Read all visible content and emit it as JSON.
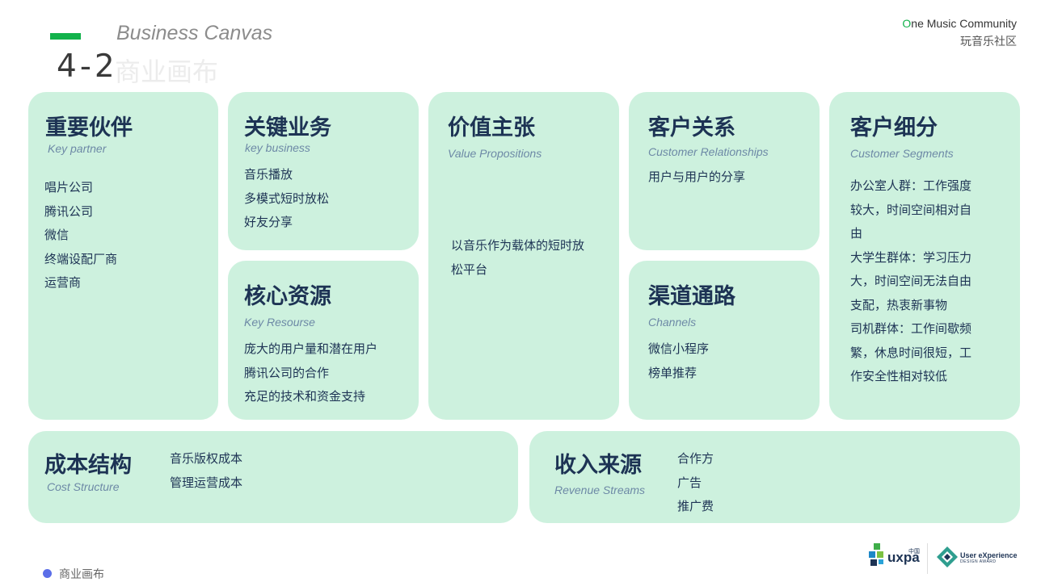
{
  "header": {
    "title_en": "Business Canvas",
    "section_number": "4-2",
    "title_cn": "商业画布"
  },
  "brand": {
    "name_first_letter": "O",
    "name_rest": "ne Music Community",
    "name_cn": "玩音乐社区"
  },
  "cards": {
    "key_partner": {
      "title": "重要伙伴",
      "subtitle": "Key partner",
      "items": [
        "唱片公司",
        "腾讯公司",
        "微信",
        "终端设配厂商",
        "运营商"
      ]
    },
    "key_business": {
      "title": "关键业务",
      "subtitle": "key business",
      "items": [
        "音乐播放",
        "多模式短时放松",
        "好友分享"
      ]
    },
    "key_resource": {
      "title": "核心资源",
      "subtitle": "Key Resourse",
      "items": [
        "庞大的用户量和潜在用户",
        "腾讯公司的合作",
        "充足的技术和资金支持"
      ]
    },
    "value_propositions": {
      "title": "价值主张",
      "subtitle": "Value Propositions",
      "items": [
        "以音乐作为载体的短时放",
        "松平台"
      ]
    },
    "customer_relationships": {
      "title": "客户关系",
      "subtitle": "Customer Relationships",
      "items": [
        "用户与用户的分享"
      ]
    },
    "channels": {
      "title": "渠道通路",
      "subtitle": "Channels",
      "items": [
        "微信小程序",
        "榜单推荐"
      ]
    },
    "customer_segments": {
      "title": "客户细分",
      "subtitle": "Customer Segments",
      "items": [
        "办公室人群：工作强度",
        "较大，时间空间相对自",
        "由",
        "大学生群体：学习压力",
        "大，时间空间无法自由",
        "支配，热衷新事物",
        "司机群体：工作间歇频",
        "繁，休息时间很短，工",
        "作安全性相对较低"
      ]
    },
    "cost_structure": {
      "title": "成本结构",
      "subtitle": "Cost Structure",
      "items": [
        "音乐版权成本",
        "管理运营成本"
      ]
    },
    "revenue_streams": {
      "title": "收入来源",
      "subtitle": "Revenue Streams",
      "items": [
        "合作方",
        "广告",
        "推广费"
      ]
    }
  },
  "footer": {
    "label": "商业画布",
    "logo1_text": "uxpa",
    "logo1_cn": "中国",
    "logo2_line1": "User eXperience",
    "logo2_line2": "DESIGN AWARD"
  },
  "colors": {
    "accent_green": "#12b24b",
    "card_bg": "#cdf1de",
    "title_text": "#1d3354",
    "subtitle_text": "#6d89a6",
    "footer_dot": "#5b6ee8"
  }
}
